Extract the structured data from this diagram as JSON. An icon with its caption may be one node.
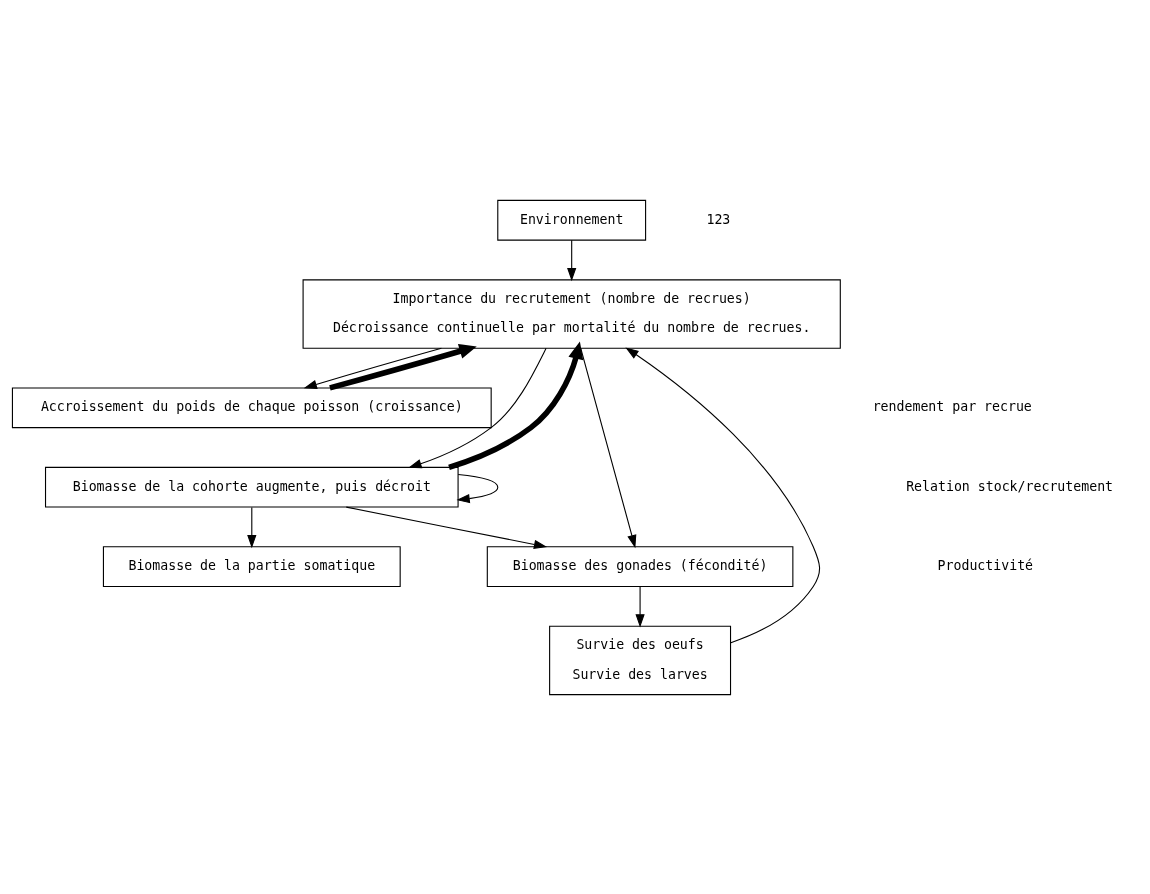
{
  "diagram": {
    "nodes": [
      {
        "text": [
          "Environnement"
        ]
      },
      {
        "text": [
          "Importance du recrutement (nombre de recrues)",
          "Décroissance continuelle par mortalité du nombre de recrues."
        ]
      },
      {
        "text": [
          "Accroissement du poids de chaque poisson (croissance)"
        ]
      },
      {
        "text": [
          "Biomasse de la cohorte augmente, puis décroit"
        ]
      },
      {
        "text": [
          "Biomasse des gonades (fécondité)"
        ]
      },
      {
        "text": [
          "Biomasse de la partie somatique"
        ]
      },
      {
        "text": [
          "Survie des oeufs",
          "Survie des larves"
        ]
      }
    ],
    "edges": [
      {
        "from": 0,
        "to": 1,
        "arrow": "to"
      },
      {
        "from": 1,
        "to": 2,
        "arrow": "to"
      },
      {
        "from": 1,
        "to": 3,
        "arrow": "to"
      },
      {
        "from": 2,
        "to": 1,
        "arrow": "to",
        "style": "thick"
      },
      {
        "from": 3,
        "to": 1,
        "arrow": "to",
        "style": "thick"
      },
      {
        "from": 3,
        "to": 3,
        "arrow": "to"
      },
      {
        "from": 3,
        "to": 4,
        "arrow": "to"
      },
      {
        "from": 3,
        "to": 5,
        "arrow": "to"
      },
      {
        "from": 1,
        "to": 4,
        "arrow": "to"
      },
      {
        "from": 4,
        "to": 6,
        "arrow": "to"
      },
      {
        "from": 6,
        "to": 1,
        "arrow": "to"
      }
    ],
    "labels": [
      "123",
      "rendement par recrue",
      "Relation stock/recrutement",
      "Productivité"
    ]
  }
}
